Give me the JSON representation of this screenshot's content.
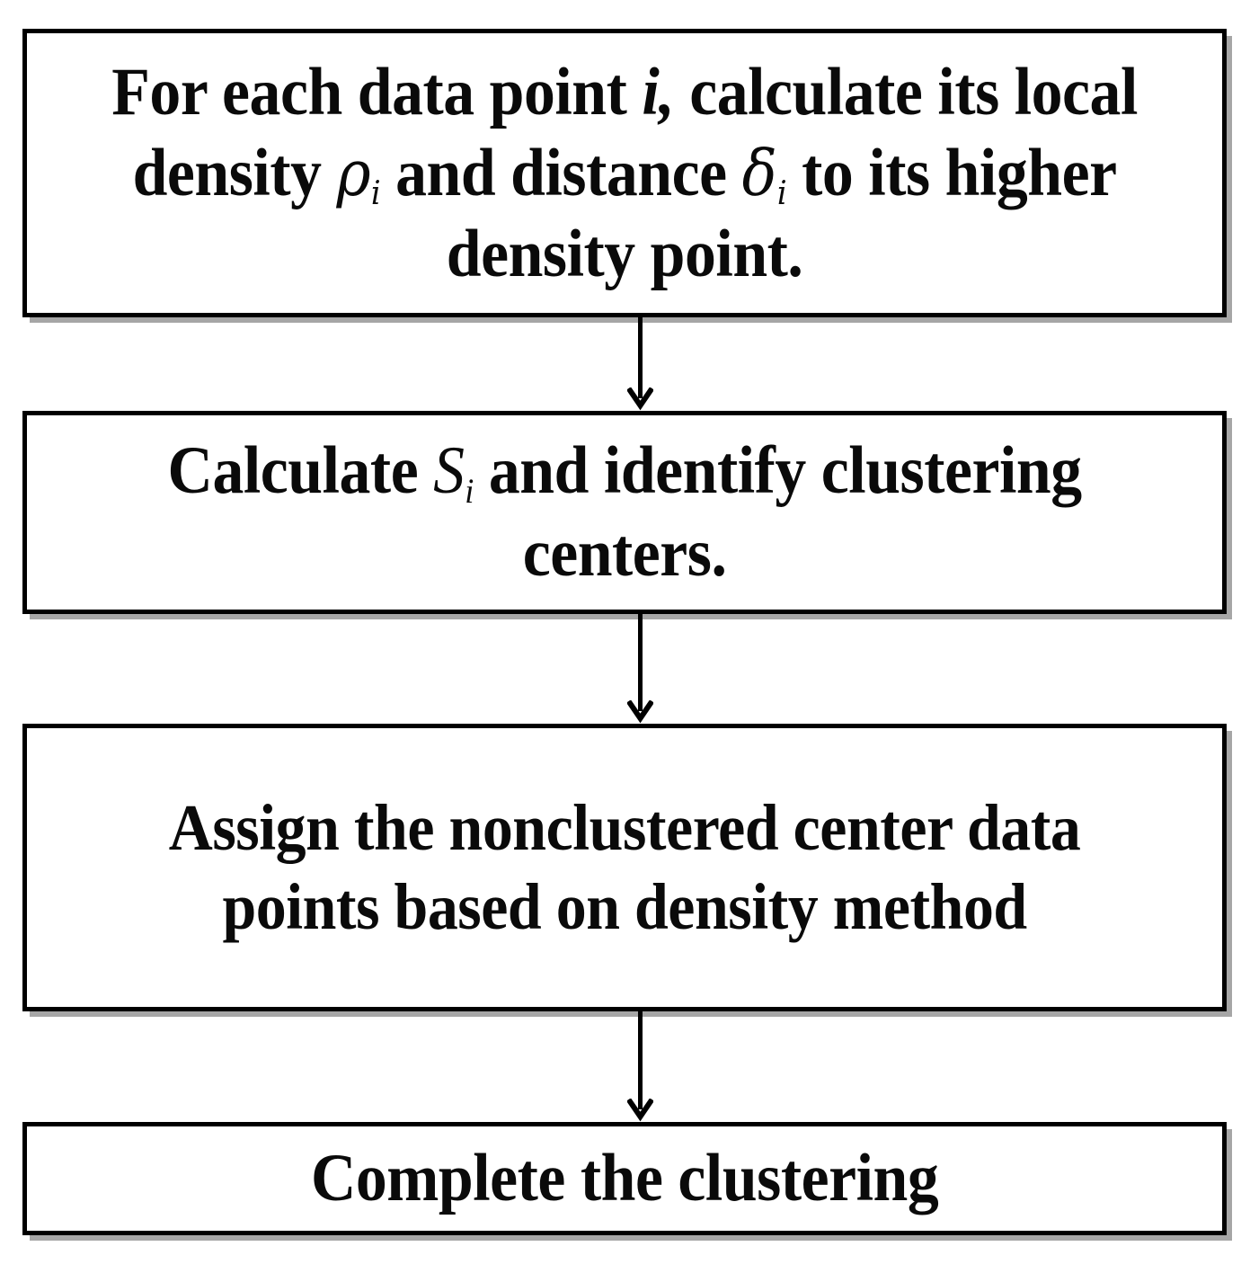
{
  "diagram": {
    "title": "Density peak clustering algorithm flowchart",
    "background_color": "#ffffff",
    "border_color": "#000000",
    "text_color": "#0a0a0a",
    "shadow_color": "#969696",
    "nodes": [
      {
        "id": "step-1",
        "lines": [
          "For each data point i, calculate its",
          "local density ρi and distance δi to",
          "its higher density point."
        ],
        "full_text": "For each data point i, calculate its local density ρi and distance δi to its higher density point."
      },
      {
        "id": "step-2",
        "lines": [
          "Calculate Si and identify",
          "clustering centers."
        ],
        "full_text": "Calculate Si and identify clustering centers."
      },
      {
        "id": "step-3",
        "lines": [
          "Assign the nonclustered center",
          "data points based on density",
          "method"
        ],
        "full_text": "Assign the nonclustered center data points based on density method"
      },
      {
        "id": "step-4",
        "lines": [
          "Complete the clustering"
        ],
        "full_text": "Complete the clustering"
      }
    ],
    "connectors": [
      {
        "id": "connector-1",
        "from": "step-1",
        "to": "step-2",
        "style": "down-arrow"
      },
      {
        "id": "connector-2",
        "from": "step-2",
        "to": "step-3",
        "style": "down-arrow"
      },
      {
        "id": "connector-3",
        "from": "step-3",
        "to": "step-4",
        "style": "down-arrow"
      }
    ],
    "symbols": {
      "point_index": "i",
      "local_density": "ρ",
      "distance": "δ",
      "score": "S",
      "subscript": "i"
    }
  }
}
